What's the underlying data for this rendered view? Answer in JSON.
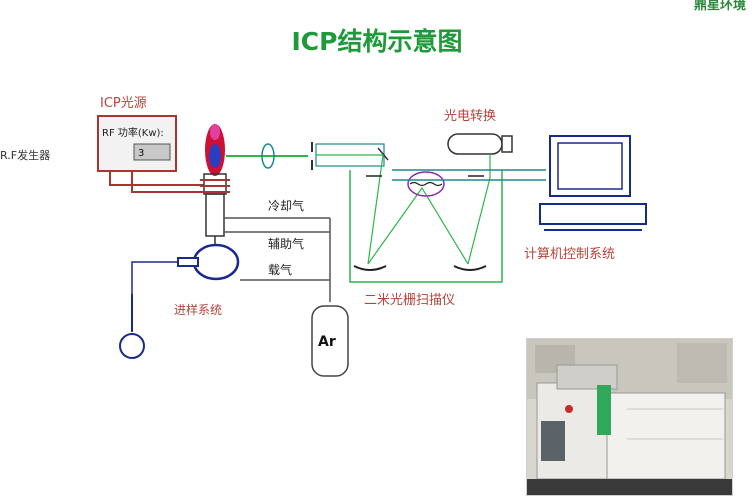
{
  "title": "ICP结构示意图",
  "brand": "鼎星环境",
  "side_label": "R.F发生器",
  "diagram": {
    "icp_source_label": "ICP光源",
    "rf_power_label": "RF 功率(Kw):",
    "rf_power_value": "3",
    "cooling_gas": "冷却气",
    "auxiliary_gas": "辅助气",
    "carrier_gas": "载气",
    "sampling_system": "进样系统",
    "argon": "Ar",
    "photoelectric_conversion": "光电转换",
    "echelle_scanner": "二米光栅扫描仪",
    "computer_control": "计算机控制系统"
  },
  "colors": {
    "title_green": "#1f9a3a",
    "label_red": "#b5443b",
    "beam_green": "#2fb54a",
    "wire_teal": "#1a8a8f",
    "frame_red": "#a8352f",
    "line_blue": "#1a2a8a"
  }
}
